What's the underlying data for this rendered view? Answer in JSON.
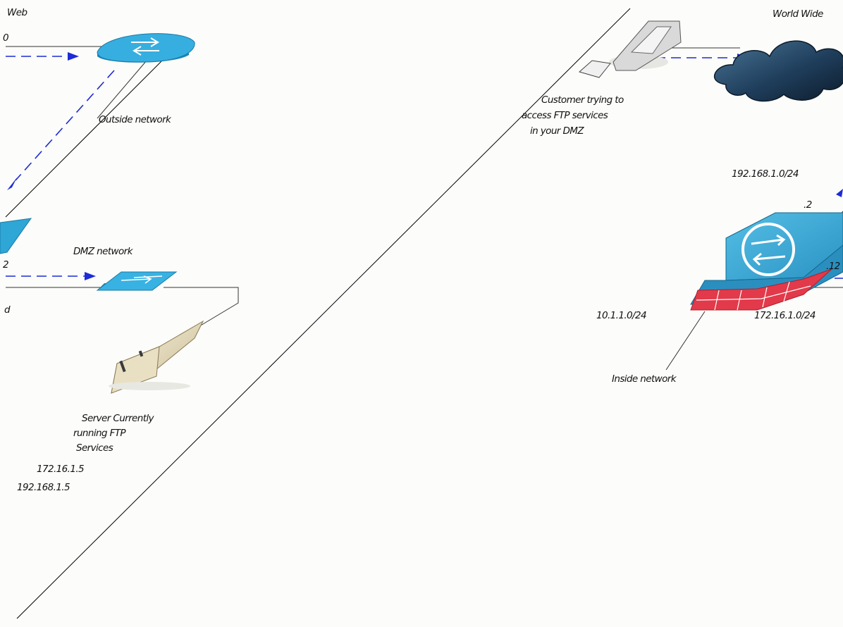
{
  "labels": {
    "top_left_web": "Web",
    "top_right_web": "World Wide",
    "outside_network": "Outside network",
    "customer_line1": "Customer trying to",
    "customer_line2": "access FTP services",
    "customer_line3": "in your DMZ",
    "dmz_network": "DMZ network",
    "left_fragment_2": "2",
    "left_fragment_d": "d",
    "server_line1": "Server Currently",
    "server_line2": "running FTP",
    "server_line3": "Services",
    "server_ip_1": "172.16.1.5",
    "server_ip_2": "192.168.1.5",
    "outside_subnet": "192.168.1.0/24",
    "outside_iface_host": ".2",
    "dmz_iface_fragment": ".12",
    "inside_subnet": "10.1.1.0/24",
    "dmz_subnet": "172.16.1.0/24",
    "inside_network": "Inside network",
    "top_left_fragment": "0"
  },
  "icons": {
    "router": "router-icon",
    "switch": "switch-icon",
    "server": "server-icon",
    "pda": "pda-icon",
    "cloud": "cloud-icon",
    "firewall": "firewall-icon"
  },
  "colors": {
    "background": "#fcfcfa",
    "device_blue": "#2ea6d6",
    "flow_arrow": "#1d2bd8",
    "firewall_red": "#e23a4a",
    "cloud_dark": "#1e3a58"
  }
}
